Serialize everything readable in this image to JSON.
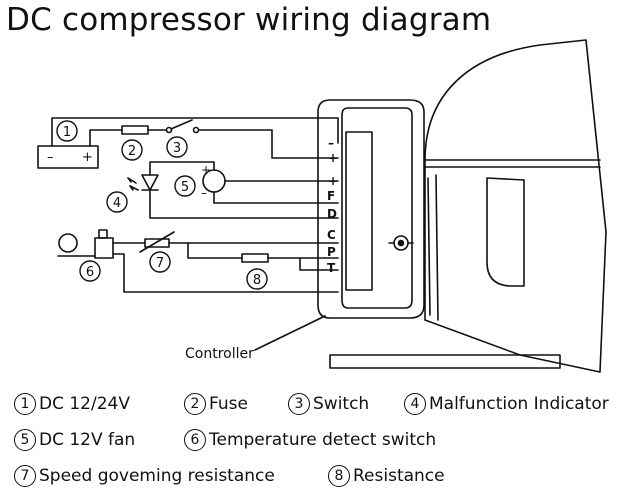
{
  "title": "DC compressor wiring diagram",
  "controller_label": "Controller",
  "terminals": [
    "–",
    "+",
    "+",
    "F",
    "D",
    "C",
    "P",
    "T"
  ],
  "polarity": {
    "battery_minus": "–",
    "battery_plus": "+",
    "fan_plus": "+",
    "fan_minus": "–"
  },
  "callouts": [
    "1",
    "2",
    "3",
    "4",
    "5",
    "6",
    "7",
    "8"
  ],
  "legend": [
    {
      "num": "1",
      "text": "DC 12/24V"
    },
    {
      "num": "2",
      "text": "Fuse"
    },
    {
      "num": "3",
      "text": "Switch"
    },
    {
      "num": "4",
      "text": "Malfunction Indicator"
    },
    {
      "num": "5",
      "text": "DC 12V fan"
    },
    {
      "num": "6",
      "text": "Temperature detect switch"
    },
    {
      "num": "7",
      "text": "Speed goveming resistance"
    },
    {
      "num": "8",
      "text": "Resistance"
    }
  ]
}
